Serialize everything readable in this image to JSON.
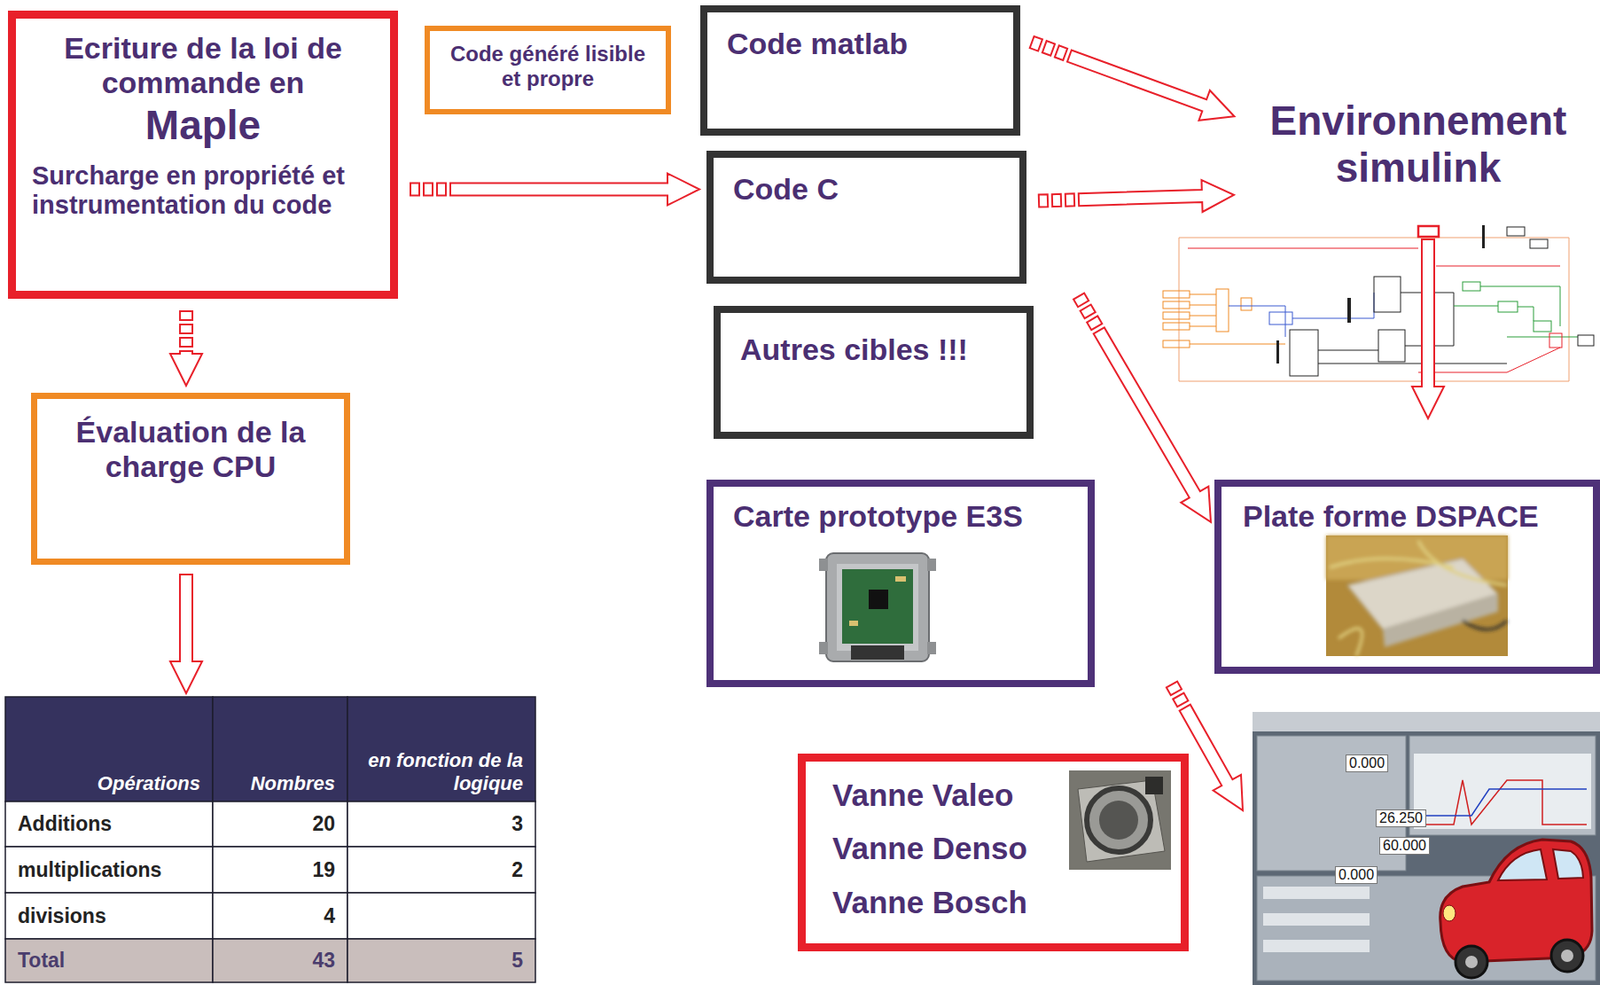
{
  "diagram": {
    "nodes": [
      {
        "text": [
          "Ecriture de la loi de commande en",
          "Maple",
          "Surcharge en propriété et instrumentation du code"
        ]
      },
      {
        "text": [
          "Code généré lisible et propre"
        ]
      },
      {
        "text": [
          "Code matlab"
        ]
      },
      {
        "text": [
          "Code C"
        ]
      },
      {
        "text": [
          "Autres cibles !!!"
        ]
      },
      {
        "text": [
          "Environnement simulink"
        ]
      },
      {
        "text": [
          "Évaluation de la charge CPU"
        ]
      },
      {
        "text": [
          "Carte prototype E3S"
        ]
      },
      {
        "text": [
          "Plate forme DSPACE"
        ]
      },
      {
        "text": [
          "Vanne Valeo",
          "Vanne Denso",
          "Vanne Bosch"
        ]
      }
    ],
    "edges": [
      {
        "from": 0,
        "to": 3,
        "arrow": "to"
      },
      {
        "from": 0,
        "to": 6,
        "arrow": "to"
      },
      {
        "from": 2,
        "to": 5,
        "arrow": "to"
      },
      {
        "from": 3,
        "to": 5,
        "arrow": "to"
      },
      {
        "from": 3,
        "to": 8,
        "arrow": "to"
      }
    ],
    "labels": [
      "Opérations",
      "Nombres",
      "en fonction de la logique",
      "Additions",
      "20",
      "3",
      "multiplications",
      "19",
      "2",
      "divisions",
      "4",
      "Total",
      "43",
      "5",
      "0.000",
      "26.250",
      "60.000",
      "0.000"
    ]
  }
}
